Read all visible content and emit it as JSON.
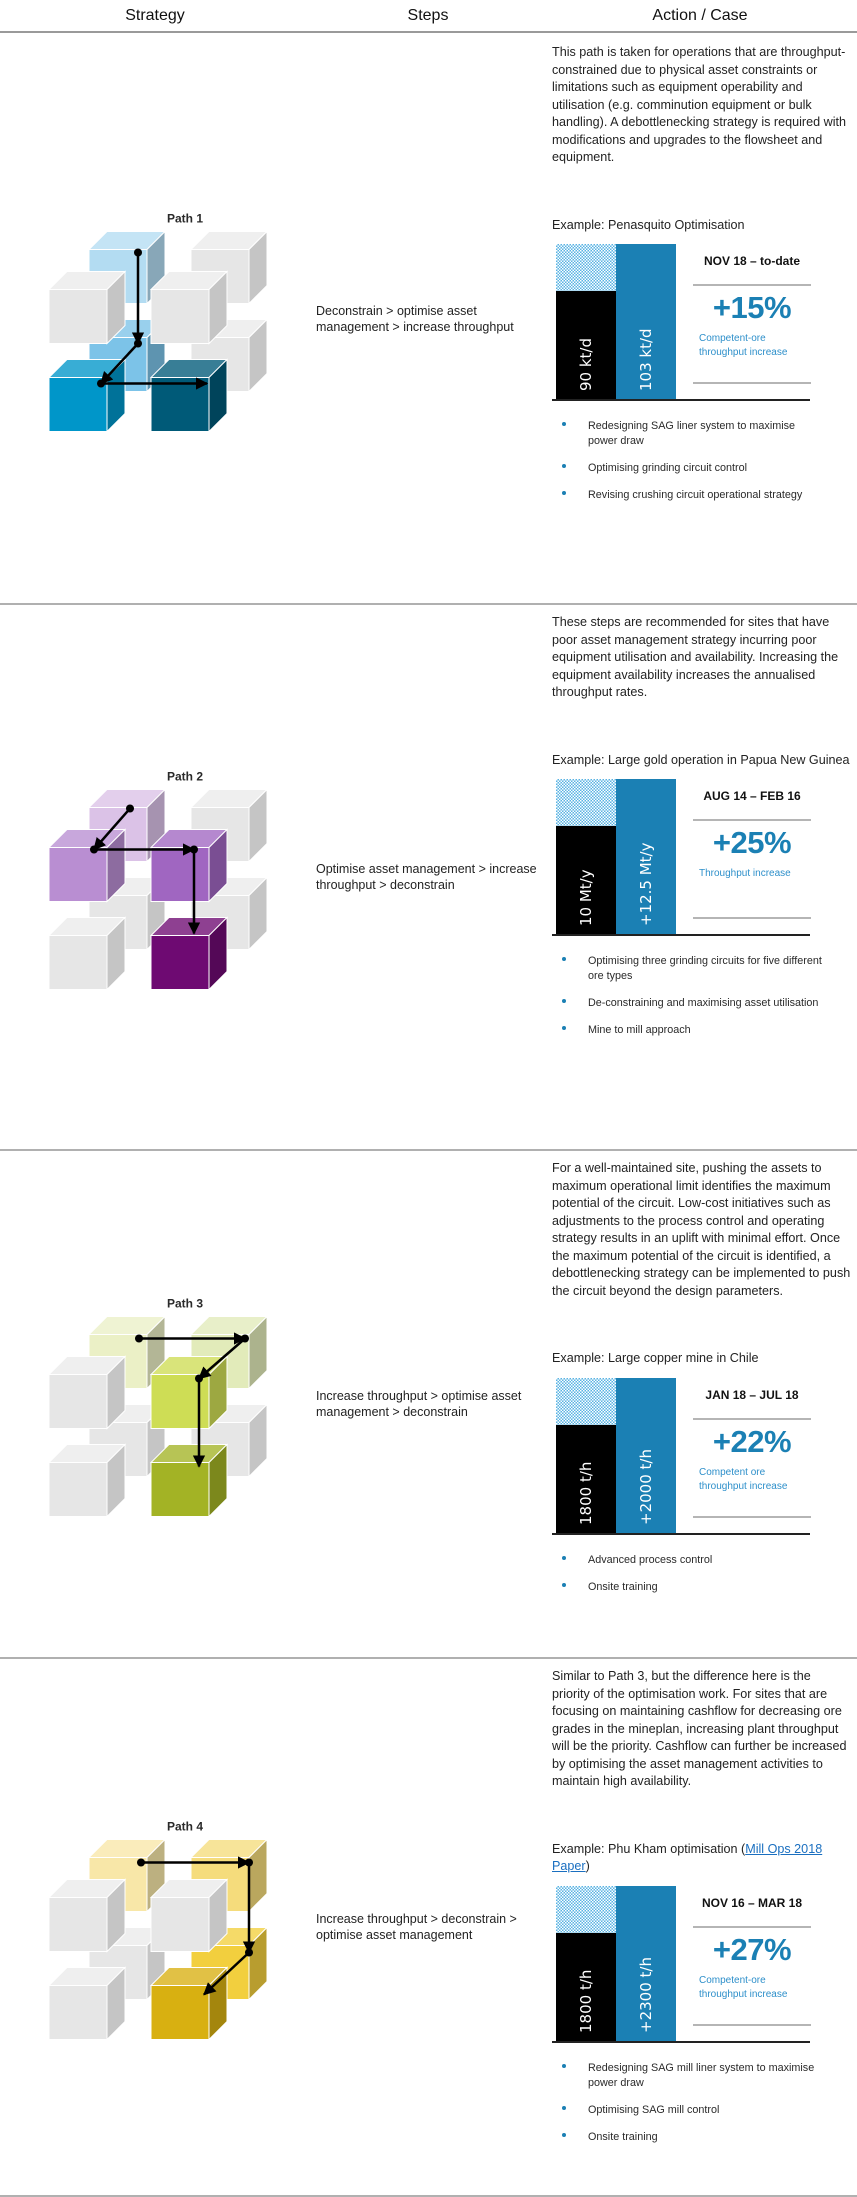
{
  "header": {
    "strategy": "Strategy",
    "steps": "Steps",
    "action": "Action / Case"
  },
  "sections": [
    {
      "label": "Path 1",
      "steps": "Deconstrain > optimise asset management > increase throughput",
      "description": "This path is taken for operations that are throughput-constrained due to physical asset constraints or limitations such as equipment operability and utilisation (e.g. comminution equipment or bulk handling). A debottlenecking strategy is required with modifications and upgrades to the flowsheet and equipment.",
      "example": "Example: Penasquito Optimisation",
      "example_link": "",
      "example_suffix": "",
      "metric": {
        "baseline": "90 kt/d",
        "improved": "103 kt/d",
        "period": "NOV 18 – to-date",
        "gain": "+15%",
        "caption": "Competent-ore throughput increase"
      },
      "bullets": [
        "Redesigning SAG liner system to maximise power draw",
        "Optimising grinding circuit control",
        "Revising crushing circuit operational strategy"
      ],
      "cube_colors": [
        "#b3dcf2",
        null,
        "#7cc3e8",
        null,
        null,
        null,
        "#0096c9",
        "#005a78"
      ]
    },
    {
      "label": "Path 2",
      "steps": "Optimise asset management > increase throughput > deconstrain",
      "description": "These steps are recommended for sites that have poor asset management strategy incurring poor equipment utilisation and availability. Increasing the equipment availability increases the annualised throughput rates.",
      "example": "Example: Large gold operation in Papua New Guinea",
      "example_link": "",
      "example_suffix": "",
      "metric": {
        "baseline": "10 Mt/y",
        "improved": "+12.5 Mt/y",
        "period": "AUG 14 – FEB 16",
        "gain": "+25%",
        "caption": "Throughput increase"
      },
      "bullets": [
        "Optimising three grinding circuits for five different ore types",
        "De-constraining and maximising asset utilisation",
        "Mine to mill approach"
      ],
      "cube_colors": [
        "#dbc2e7",
        null,
        null,
        null,
        "#b98ed2",
        "#a066c1",
        null,
        "#6e0a72"
      ]
    },
    {
      "label": "Path 3",
      "steps": "Increase throughput > optimise asset management > deconstrain",
      "description": "For a well-maintained site, pushing the assets to maximum operational limit identifies the maximum potential of the circuit. Low-cost initiatives such as adjustments to the process control and operating strategy results in an uplift with minimal effort. Once the maximum potential of the circuit is identified, a debottlenecking strategy can be implemented to push the circuit beyond the design parameters.",
      "example": "Example: Large copper mine in Chile",
      "example_link": "",
      "example_suffix": "",
      "metric": {
        "baseline": "1800 t/h",
        "improved": "+2000 t/h",
        "period": "JAN 18 – JUL 18",
        "gain": "+22%",
        "caption": "Competent ore throughput increase"
      },
      "bullets": [
        "Advanced process control",
        "Onsite training"
      ],
      "cube_colors": [
        "#ebf0c6",
        "#e2ebba",
        null,
        null,
        null,
        "#cedd55",
        null,
        "#a3b325"
      ]
    },
    {
      "label": "Path 4",
      "steps": "Increase throughput > deconstrain > optimise asset management",
      "description": "Similar to Path 3, but the difference here is the priority of the optimisation work. For sites that are focusing on maintaining cashflow for decreasing ore grades in the mineplan, increasing plant throughput will be the priority. Cashflow can further be increased by optimising the asset management activities to maintain high availability.",
      "example": "Example: Phu Kham optimisation (",
      "example_link": "Mill Ops 2018 Paper",
      "example_suffix": ")",
      "metric": {
        "baseline": "1800 t/h",
        "improved": "+2300 t/h",
        "period": "NOV 16 – MAR 18",
        "gain": "+27%",
        "caption": "Competent-ore throughput increase"
      },
      "bullets": [
        "Redesigning SAG mill liner system to maximise power draw",
        "Optimising SAG mill control",
        "Onsite training"
      ],
      "cube_colors": [
        "#f8e7a8",
        "#f5dc7c",
        null,
        "#f2cf3e",
        null,
        null,
        null,
        "#d8b011"
      ]
    }
  ]
}
